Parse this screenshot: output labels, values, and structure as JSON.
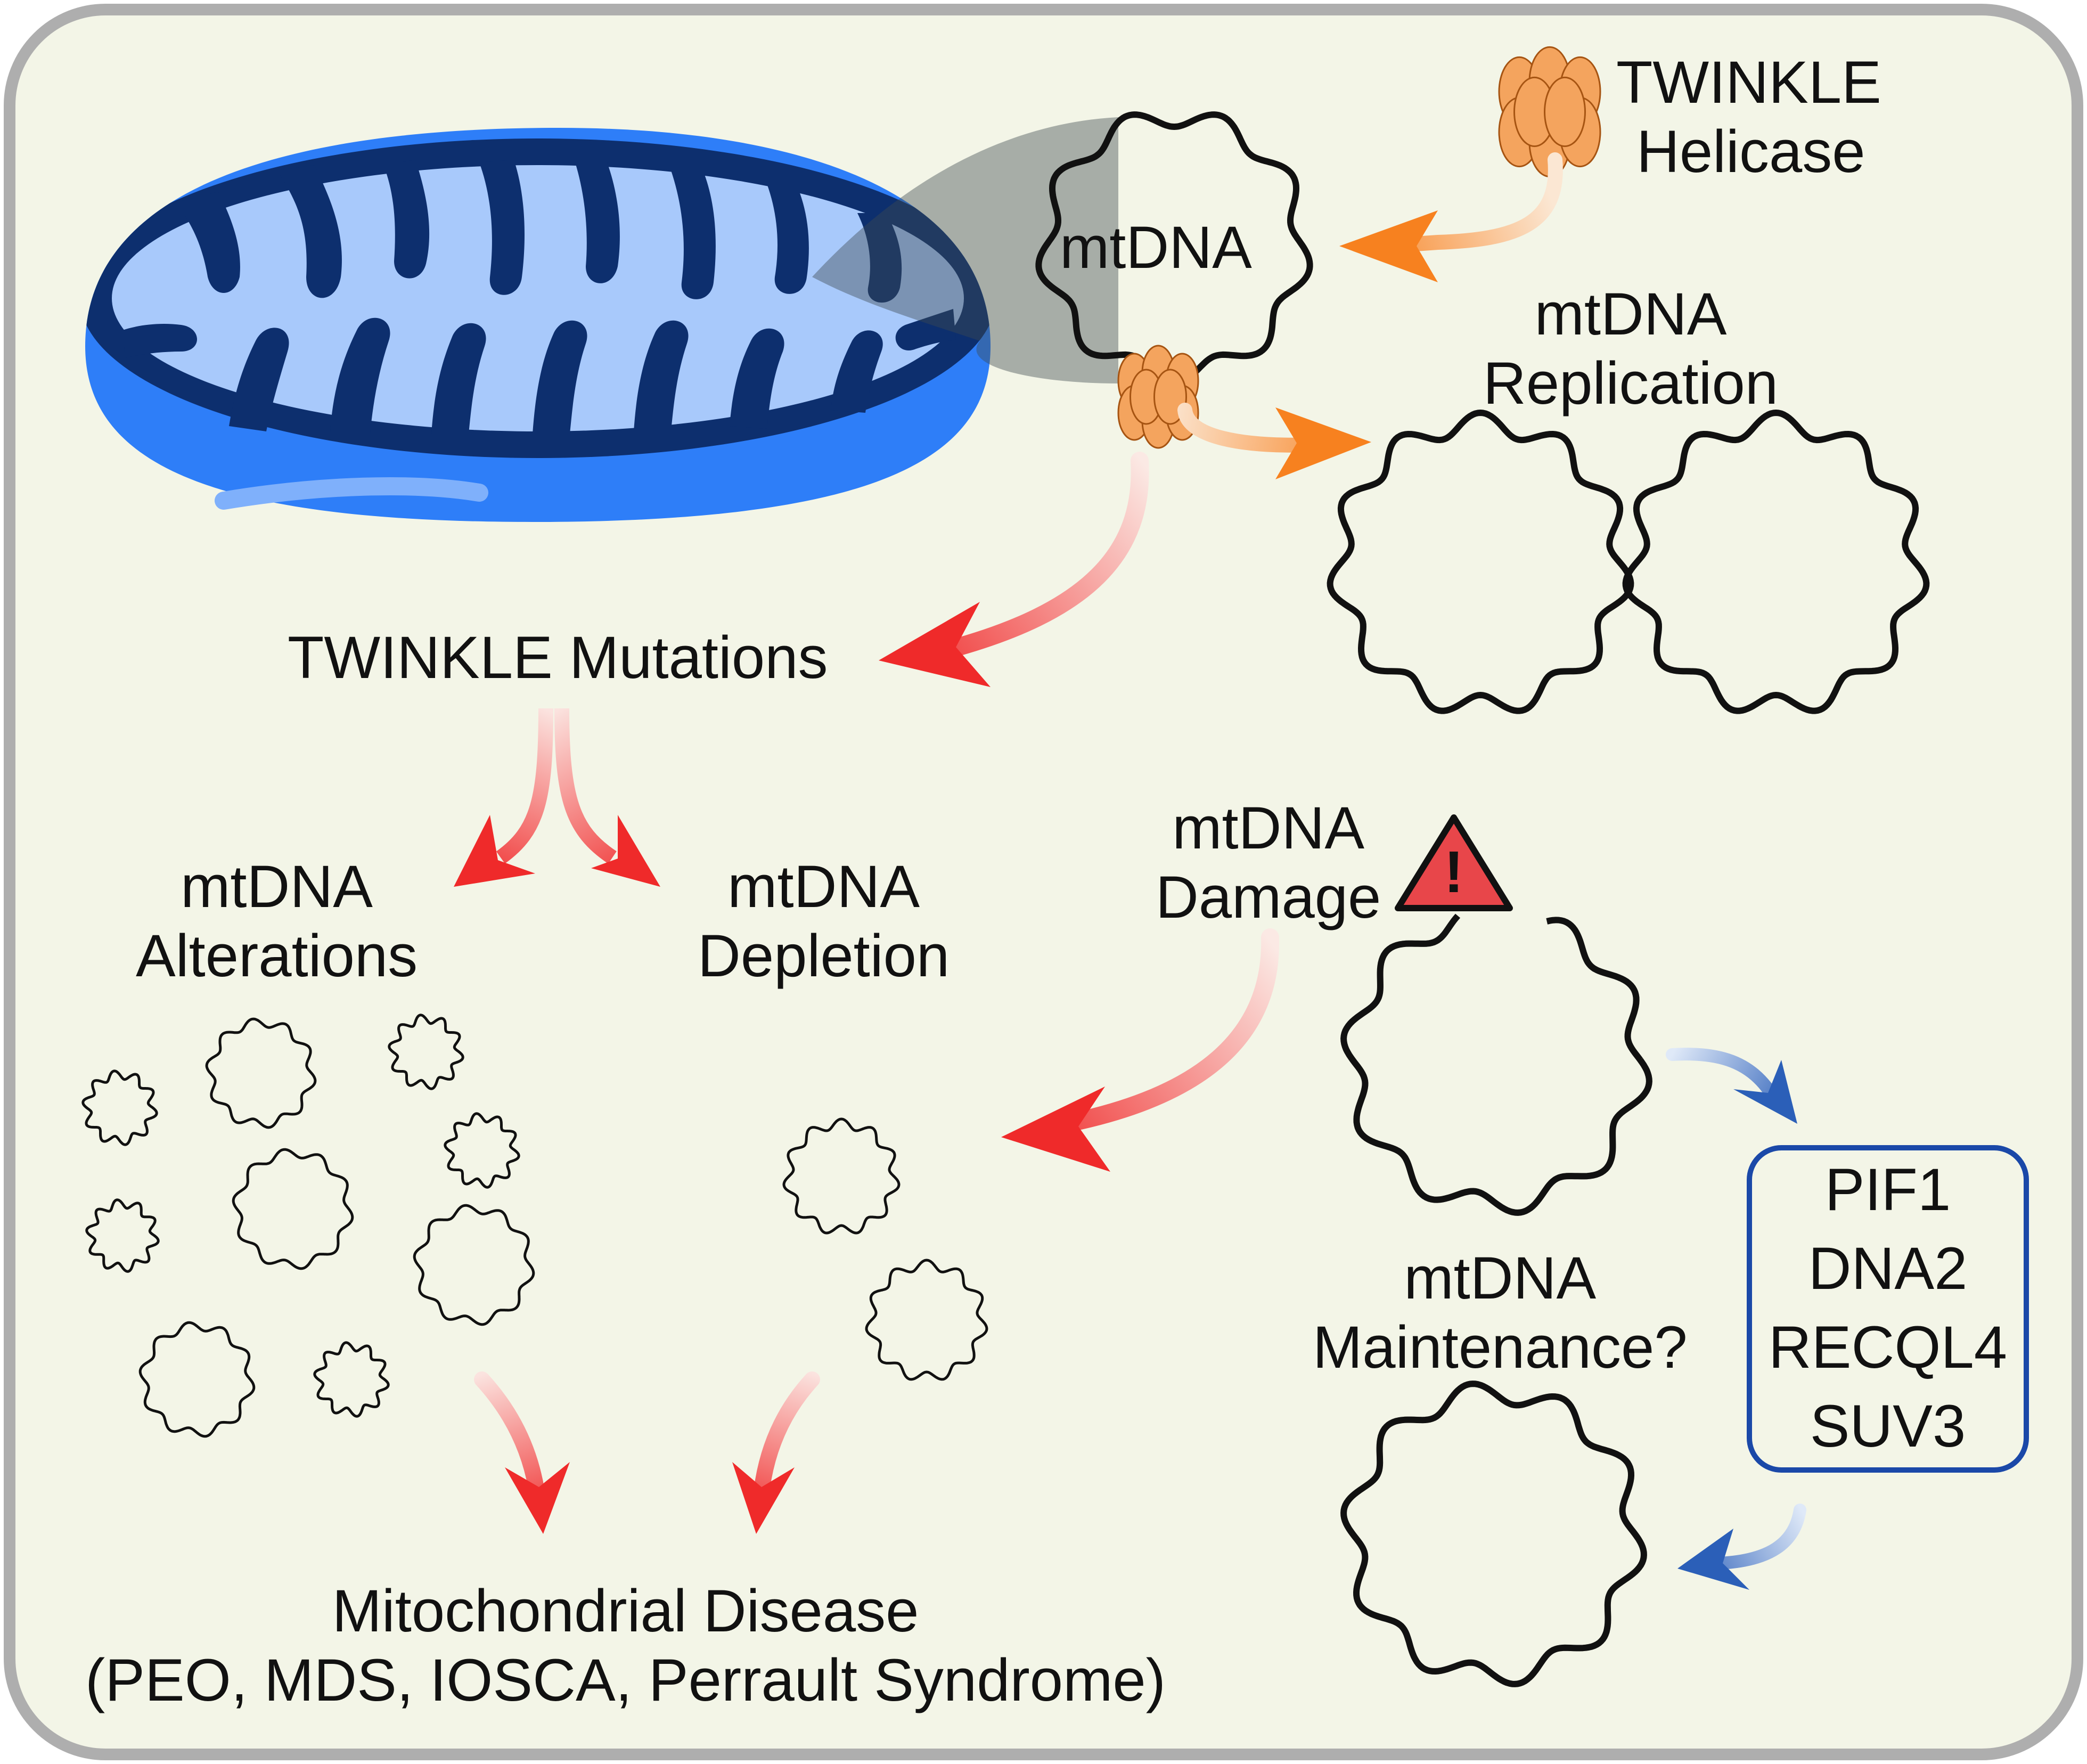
{
  "colors": {
    "panel_bg": "#f3f5e7",
    "panel_border": "#aeaeae",
    "mito_outer": "#0d2f6e",
    "mito_lower": "#2e7ef8",
    "mito_matrix": "#a8c9fb",
    "helicase": "#f4a45e",
    "orange_arrow": "#f7811f",
    "red_arrow": "#ef2a2a",
    "blue_arrow": "#2b5fb8",
    "warning": "#e8464a",
    "dna": "#111111",
    "box_border": "#1a48a8"
  },
  "icons": {
    "mitochondrion": "mitochondrion-icon",
    "helicase": "helicase-hexamer-icon",
    "warning": "warning-triangle-icon",
    "dna": "circular-mtdna-icon"
  },
  "labels": {
    "twinkle_helicase": [
      "TWINKLE",
      "Helicase"
    ],
    "mtdna_top": "mtDNA",
    "mtdna_replication": [
      "mtDNA",
      "Replication"
    ],
    "twinkle_mutations": "TWINKLE Mutations",
    "mtdna_alterations": [
      "mtDNA",
      "Alterations"
    ],
    "mtdna_depletion": [
      "mtDNA",
      "Depletion"
    ],
    "mtdna_damage": [
      "mtDNA",
      "Damage"
    ],
    "warning_mark": "!",
    "mtdna_maintenance": [
      "mtDNA",
      "Maintenance?"
    ],
    "helicases_box": [
      "PIF1",
      "DNA2",
      "RECQL4",
      "SUV3"
    ],
    "disease": [
      "Mitochondrial Disease",
      "(PEO, MDS, IOSCA, Perrault Syndrome)"
    ]
  }
}
